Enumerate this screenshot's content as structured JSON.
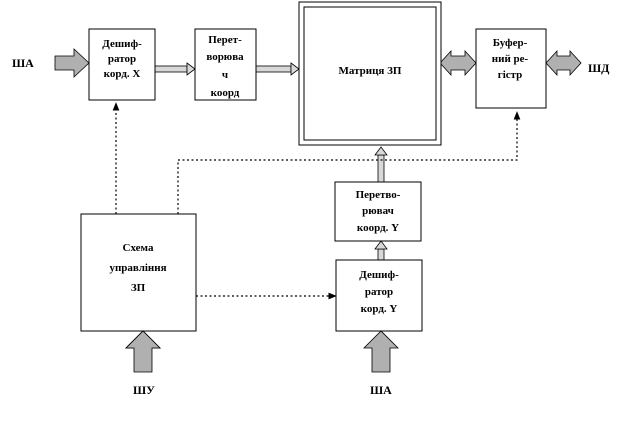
{
  "blocks": {
    "decoder_x": [
      "Дешиф-",
      "ратор",
      "корд. X"
    ],
    "converter_x": [
      "Перет-",
      "ворюва",
      "ч",
      "коорд"
    ],
    "memory_matrix": [
      "Матриця ЗП"
    ],
    "buffer_register": [
      "Буфер-",
      "ний ре-",
      "гістр"
    ],
    "control_scheme": [
      "Схема",
      "управління",
      "ЗП"
    ],
    "converter_y": [
      "Перетво-",
      "рювач",
      "коорд. Y"
    ],
    "decoder_y": [
      "Дешиф-",
      "ратор",
      "корд. Y"
    ]
  },
  "buses": {
    "address_left": "ША",
    "data_right": "ШД",
    "control_bottom": "ШУ",
    "address_bottom": "ША"
  },
  "colors": {
    "arrow_fill": "#b0b0b0",
    "stroke": "#000000"
  }
}
